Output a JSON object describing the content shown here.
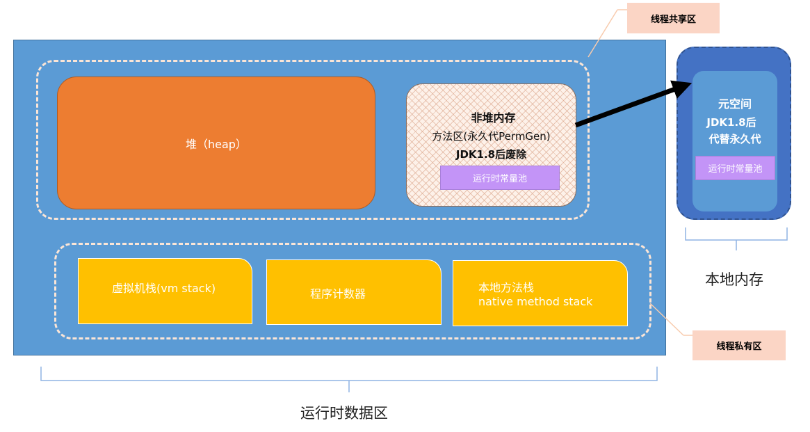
{
  "runtime_area": {
    "label": "运行时数据区",
    "shared_region": {
      "tag": "线程共享区",
      "heap": {
        "label": "堆（heap）"
      },
      "non_heap": {
        "title": "非堆内存",
        "line2": "方法区(永久代PermGen)",
        "line3": "JDK1.8后废除",
        "pool": "运行时常量池"
      }
    },
    "private_region": {
      "tag": "线程私有区",
      "vm_stack": "虚拟机栈(vm stack)",
      "program_counter": "程序计数器",
      "native_stack_line1": "本地方法栈",
      "native_stack_line2": "native method stack"
    }
  },
  "native_memory": {
    "label": "本地内存",
    "metaspace": {
      "title": "元空间",
      "line2": "JDK1.8后",
      "line3": "代替永久代",
      "pool": "运行时常量池"
    }
  },
  "colors": {
    "runtime_bg": "#5b9bd5",
    "heap": "#ed7d31",
    "stack": "#ffc000",
    "pool": "#c394f7",
    "native_outer": "#4472c4",
    "tag_bg": "#fbd5c5"
  }
}
